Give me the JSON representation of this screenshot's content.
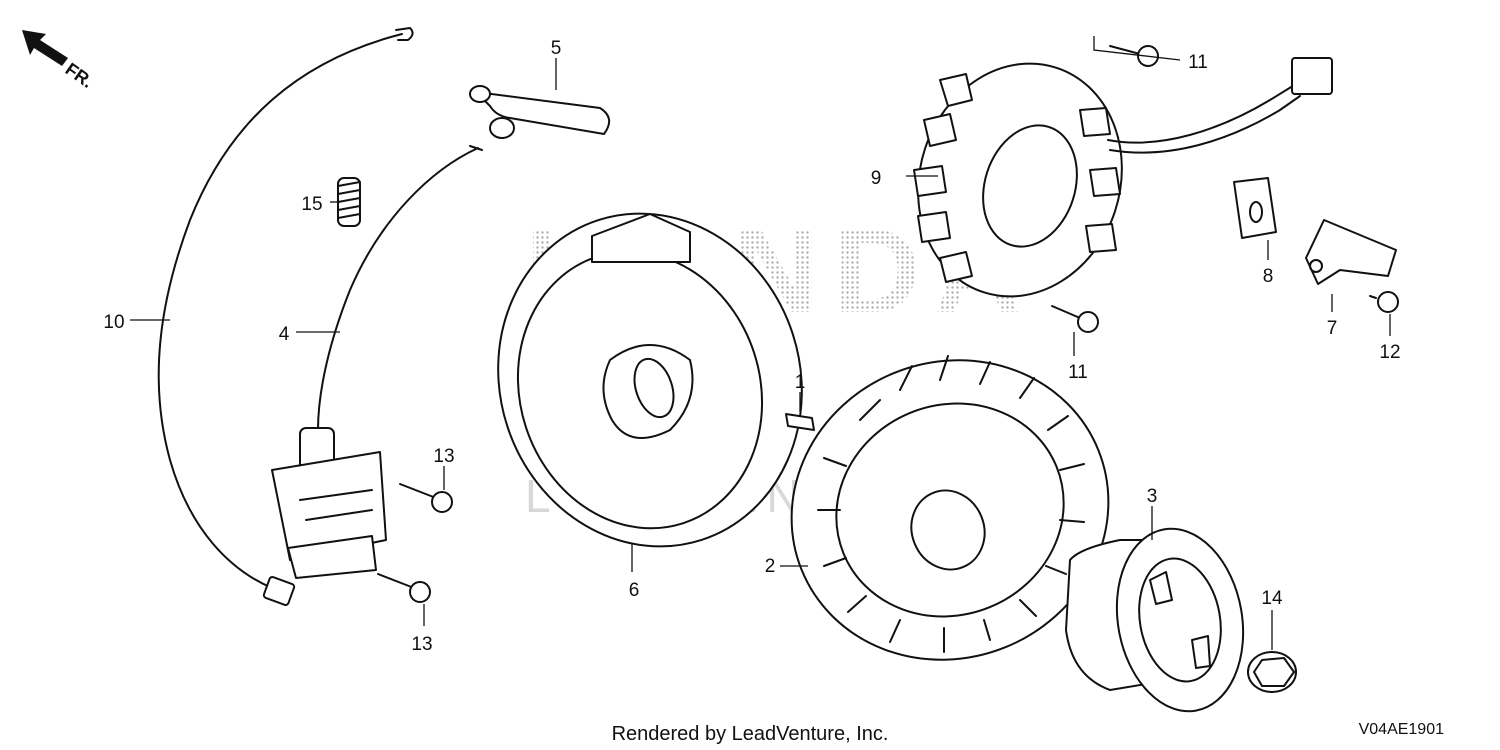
{
  "direction": {
    "text": "FR.",
    "icon": "front-direction-arrow-icon"
  },
  "watermark": {
    "brand": "HONDA",
    "text": "LEADVENTURE"
  },
  "callouts": [
    "1",
    "2",
    "3",
    "4",
    "5",
    "6",
    "7",
    "8",
    "9",
    "10",
    "11",
    "11",
    "12",
    "13",
    "13",
    "14",
    "15"
  ],
  "footer": {
    "credit": "Rendered by LeadVenture, Inc.",
    "code": "V04AE1901"
  }
}
